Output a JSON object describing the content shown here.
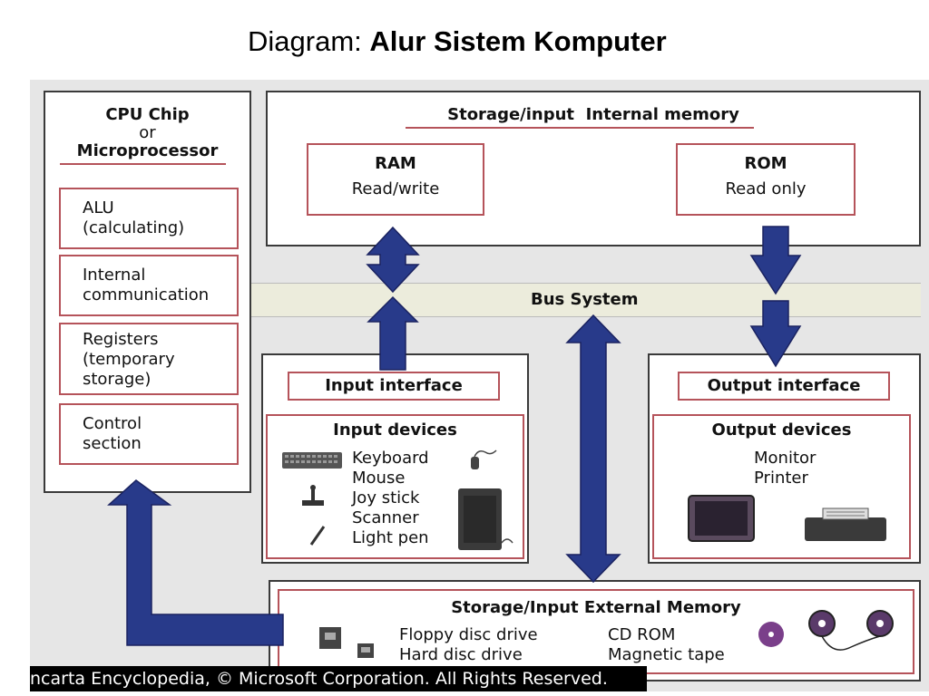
{
  "slide": {
    "title_prefix": "Diagram: ",
    "title_bold": "Alur Sistem Komputer"
  },
  "cpu": {
    "title_line1": "CPU Chip",
    "title_line2": "or",
    "title_line3": "Microprocessor",
    "alu": "ALU\n(calculating)",
    "internal_comm": "Internal\ncommunication",
    "registers": "Registers\n(temporary\nstorage)",
    "control": "Control\nsection"
  },
  "internal_memory": {
    "title": "Storage/input  Internal memory",
    "ram_title": "RAM",
    "ram_sub": "Read/write",
    "rom_title": "ROM",
    "rom_sub": "Read only"
  },
  "bus": {
    "label": "Bus System"
  },
  "input": {
    "interface": "Input interface",
    "devices_title": "Input devices",
    "devices": "Keyboard\nMouse\nJoy stick\nScanner\nLight pen"
  },
  "output": {
    "interface": "Output interface",
    "devices_title": "Output devices",
    "devices": "Monitor\nPrinter"
  },
  "external_memory": {
    "title": "Storage/Input External Memory",
    "left_items": "Floppy disc drive\nHard disc drive",
    "right_items": "CD ROM\nMagnetic tape"
  },
  "footer": {
    "credit": "ncarta Encyclopedia, © Microsoft Corporation. All Rights Reserved."
  },
  "colors": {
    "arrow_fill": "#283a8a",
    "box_border_red": "#b5535a",
    "bus_fill": "#ececdc"
  }
}
